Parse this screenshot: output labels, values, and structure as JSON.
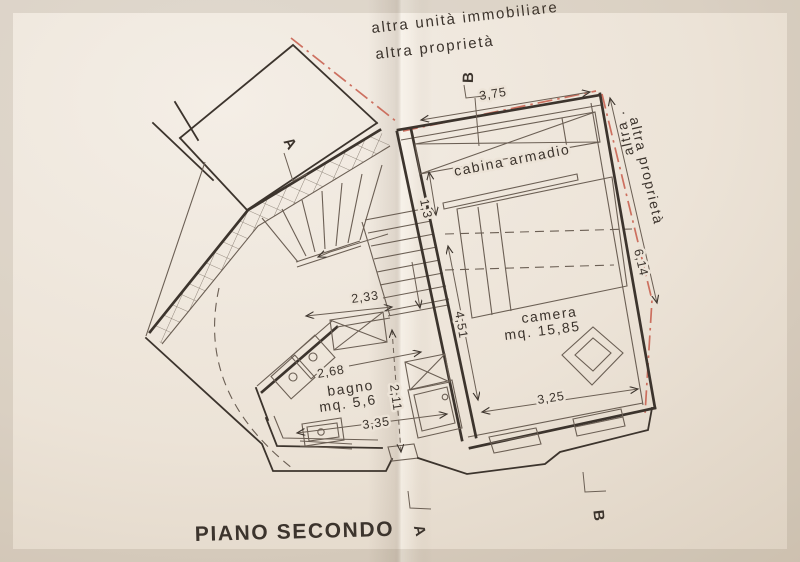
{
  "title": "PIANO SECONDO",
  "colors": {
    "paper": "#ece3d7",
    "paper_light": "#f4eee6",
    "paper_dark": "#ddd1c1",
    "ink": "#3c342d",
    "ink_light": "#6b5f54",
    "boundary_red": "#c75b49"
  },
  "boundary": {
    "top_line1": "altra unità immobiliare",
    "top_line2": "altra proprietà",
    "right_line1": "altra .",
    "right_line2": "altra proprietà"
  },
  "rooms": {
    "camera": {
      "name": "camera",
      "area": "mq. 15,85"
    },
    "bagno": {
      "name": "bagno",
      "area": "mq. 5,6"
    },
    "cabina": {
      "name": "cabina armadio"
    }
  },
  "dims": {
    "top_width": "3,75",
    "cabina_width": "1,3",
    "landing_width": "2,33",
    "camera_depth": "4,51",
    "bagno_top": "2,68",
    "bagno_passage": "2,11",
    "bagno_width": "3,35",
    "camera_width": "3,25",
    "boundary_right": "6,14"
  },
  "sections": {
    "top_b": "B",
    "top_a": "A",
    "bottom_a": "A",
    "bottom_b": "B"
  }
}
